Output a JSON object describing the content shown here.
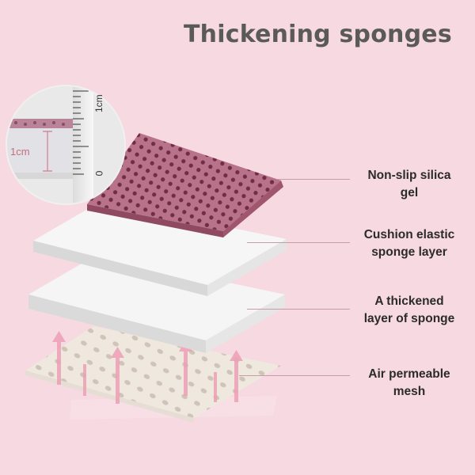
{
  "title": "Thickening sponges",
  "layers": [
    {
      "line1": "Non-slip silica",
      "line2": "gel"
    },
    {
      "line1": "Cushion elastic",
      "line2": "sponge layer"
    },
    {
      "line1": "A thickened",
      "line2": "layer of sponge"
    },
    {
      "line1": "Air permeable",
      "line2": "mesh"
    }
  ],
  "ruler": {
    "tick_top": "1cm",
    "tick_bottom": "0",
    "callout": "1cm"
  },
  "colors": {
    "background": "#f7d9e1",
    "silica": "#b86a84",
    "sponge": "#f3f3f3",
    "mesh": "#f1ebe3"
  }
}
